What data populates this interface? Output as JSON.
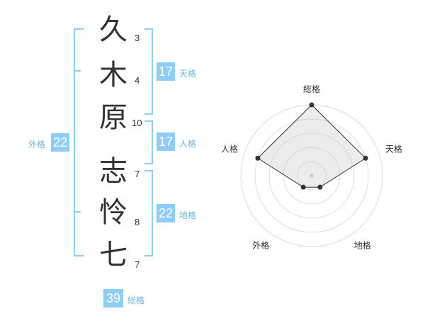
{
  "name": {
    "characters": [
      {
        "char": "久",
        "strokes": "3"
      },
      {
        "char": "木",
        "strokes": "4"
      },
      {
        "char": "原",
        "strokes": "10"
      },
      {
        "char": "志",
        "strokes": "7"
      },
      {
        "char": "怜",
        "strokes": "8"
      },
      {
        "char": "七",
        "strokes": "7"
      }
    ]
  },
  "fortune": {
    "tenkaku": {
      "value": "17",
      "label": "天格"
    },
    "jinkaku": {
      "value": "17",
      "label": "人格"
    },
    "chikaku": {
      "value": "22",
      "label": "地格"
    },
    "gaikaku": {
      "value": "22",
      "label": "外格"
    },
    "soukaku": {
      "value": "39",
      "label": "総格"
    }
  },
  "colors": {
    "accent": "#8ecdf8",
    "accent_text": "#6cb5e6",
    "text": "#333333"
  },
  "chart_data": {
    "type": "radar",
    "axes": [
      "総格",
      "天格",
      "地格",
      "外格",
      "人格"
    ],
    "values": [
      5,
      4,
      1,
      1,
      4
    ],
    "max": 5,
    "rings": 5
  }
}
